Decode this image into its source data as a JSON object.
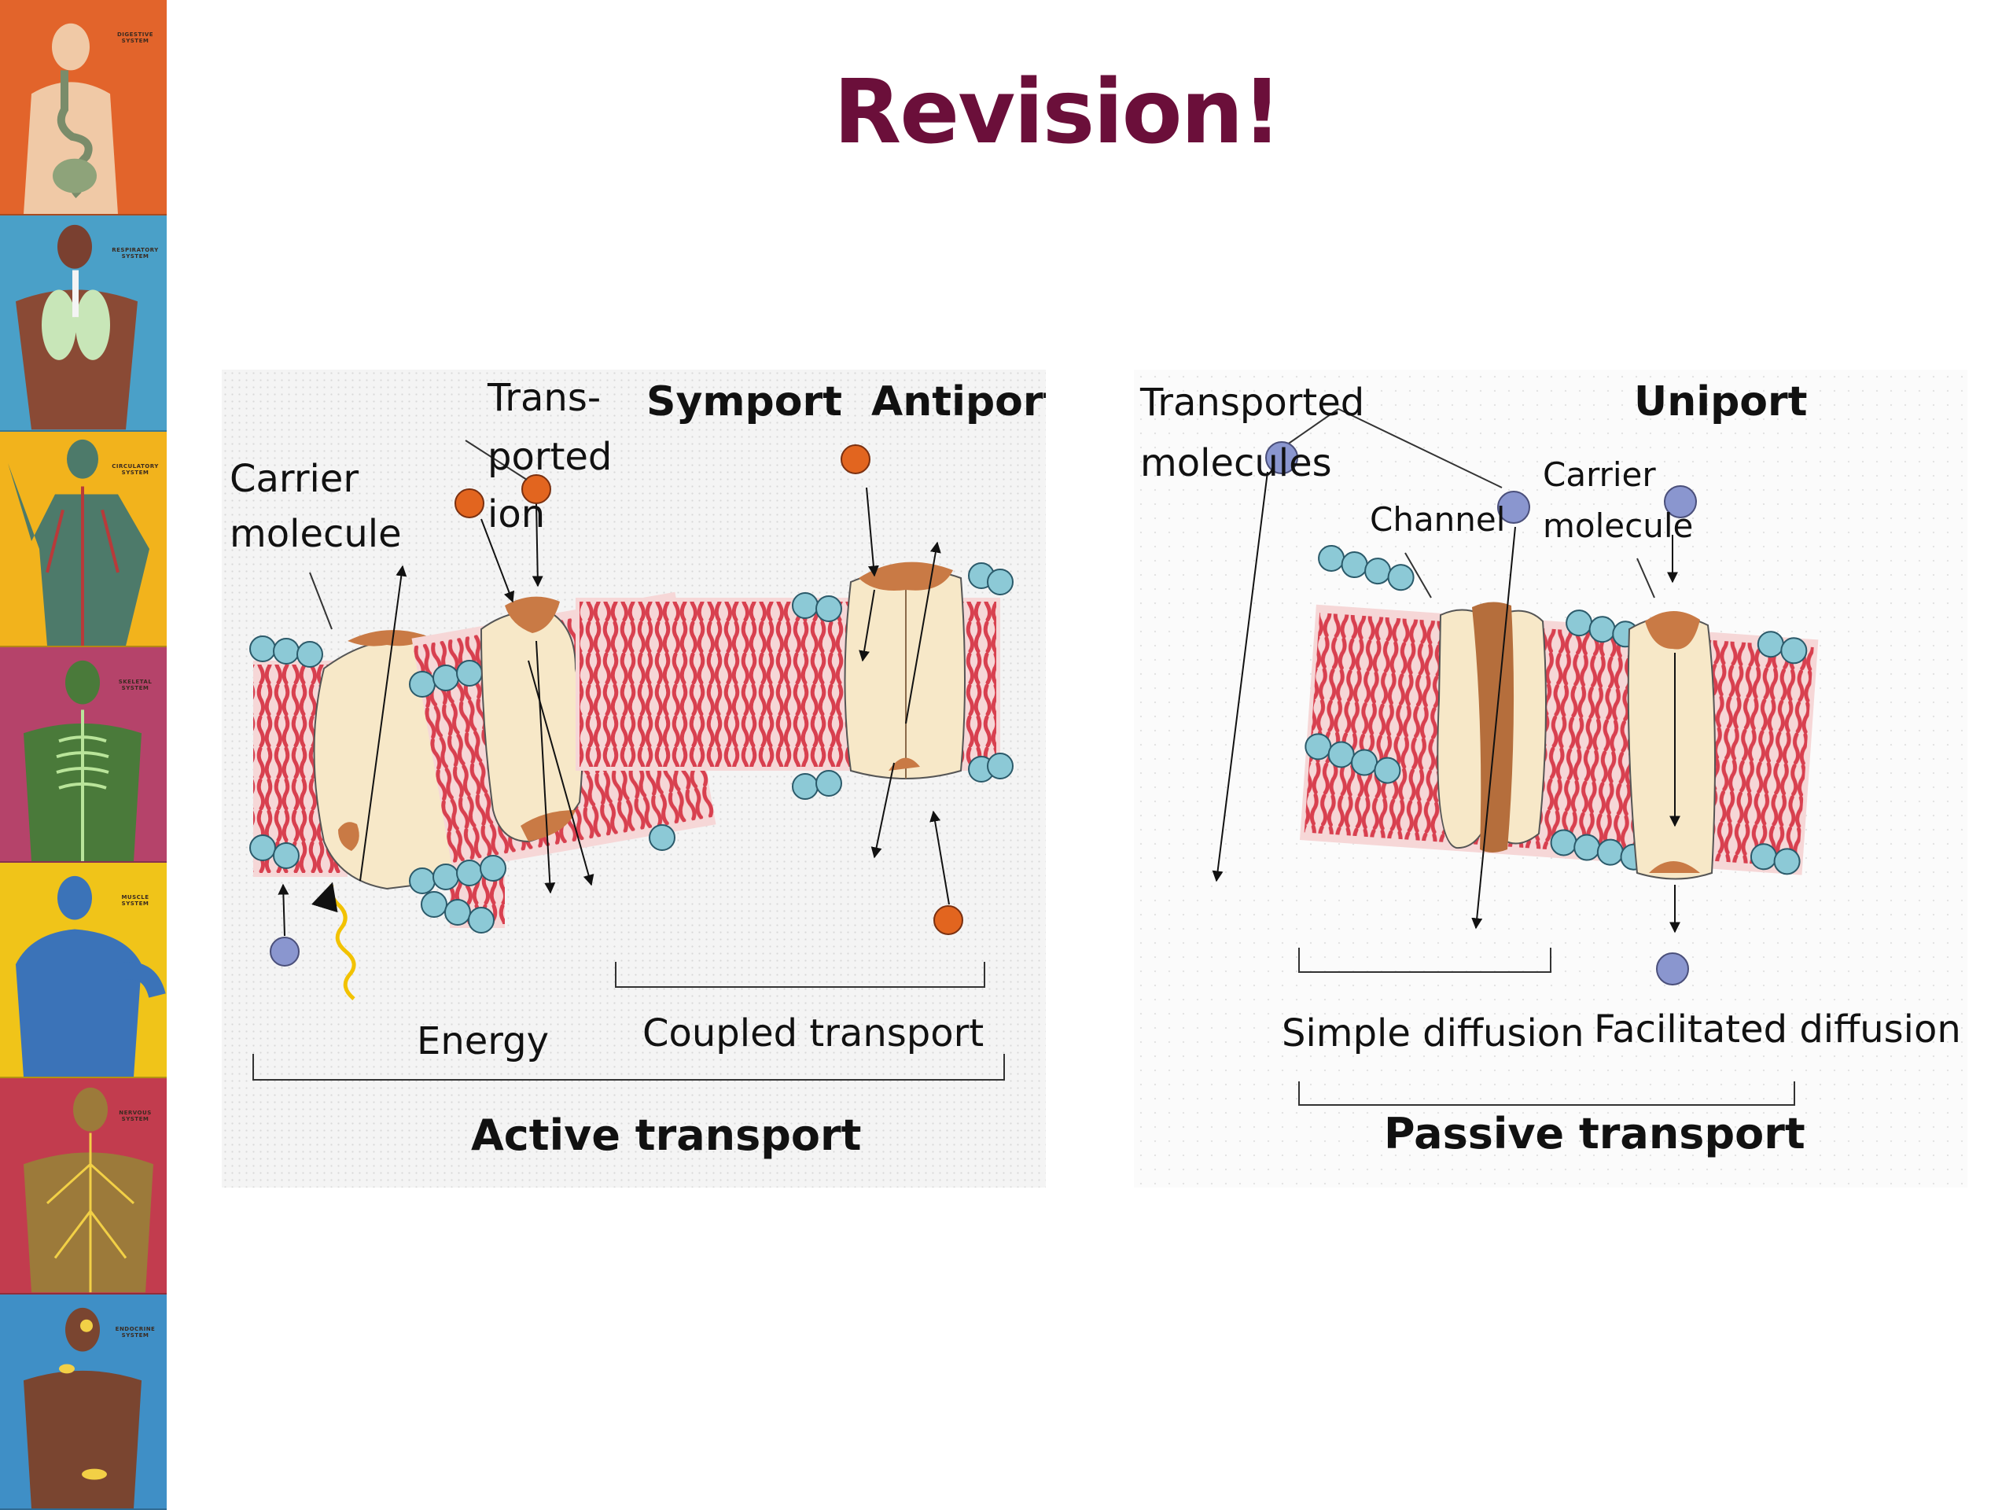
{
  "slide": {
    "title": "Revision!"
  },
  "sidebar": {
    "panels": [
      {
        "caption": "DIGESTIVE SYSTEM",
        "icon": "digestive-system-figure",
        "bg": "#e2642b"
      },
      {
        "caption": "RESPIRATORY SYSTEM",
        "icon": "respiratory-system-figure",
        "bg": "#4aa0c8"
      },
      {
        "caption": "CIRCULATORY SYSTEM",
        "icon": "circulatory-system-figure",
        "bg": "#f2b31c"
      },
      {
        "caption": "SKELETAL SYSTEM",
        "icon": "skeletal-system-figure",
        "bg": "#b5436a"
      },
      {
        "caption": "MUSCLE SYSTEM",
        "icon": "muscle-system-figure",
        "bg": "#f0c419"
      },
      {
        "caption": "NERVOUS SYSTEM",
        "icon": "nervous-system-figure",
        "bg": "#c23c4e"
      },
      {
        "caption": "ENDOCRINE SYSTEM",
        "icon": "endocrine-system-figure",
        "bg": "#3f8fc6"
      }
    ]
  },
  "active_diagram": {
    "label_carrier": [
      "Carrier",
      "molecule"
    ],
    "label_transported_ion": [
      "Trans-",
      "ported",
      "ion"
    ],
    "label_symport": "Symport",
    "label_antiport": "Antiport",
    "label_energy": "Energy",
    "label_coupled": "Coupled transport",
    "label_active": "Active transport"
  },
  "passive_diagram": {
    "label_transported": [
      "Transported",
      "molecules"
    ],
    "label_uniport": "Uniport",
    "label_channel": "Channel",
    "label_carrier": [
      "Carrier",
      "molecule"
    ],
    "label_simple": "Simple diffusion",
    "label_facilitated": "Facilitated diffusion",
    "label_passive": "Passive transport"
  },
  "colors": {
    "title": "#6b0f3a",
    "lipid_head": "#8cc9d6",
    "lipid_tail": "#d8404f",
    "protein": "#f7e8c8",
    "protein_cap": "#c97a45",
    "ion_orange": "#e2651f",
    "molecule_blue": "#8a96cf",
    "energy": "#f2c200"
  }
}
